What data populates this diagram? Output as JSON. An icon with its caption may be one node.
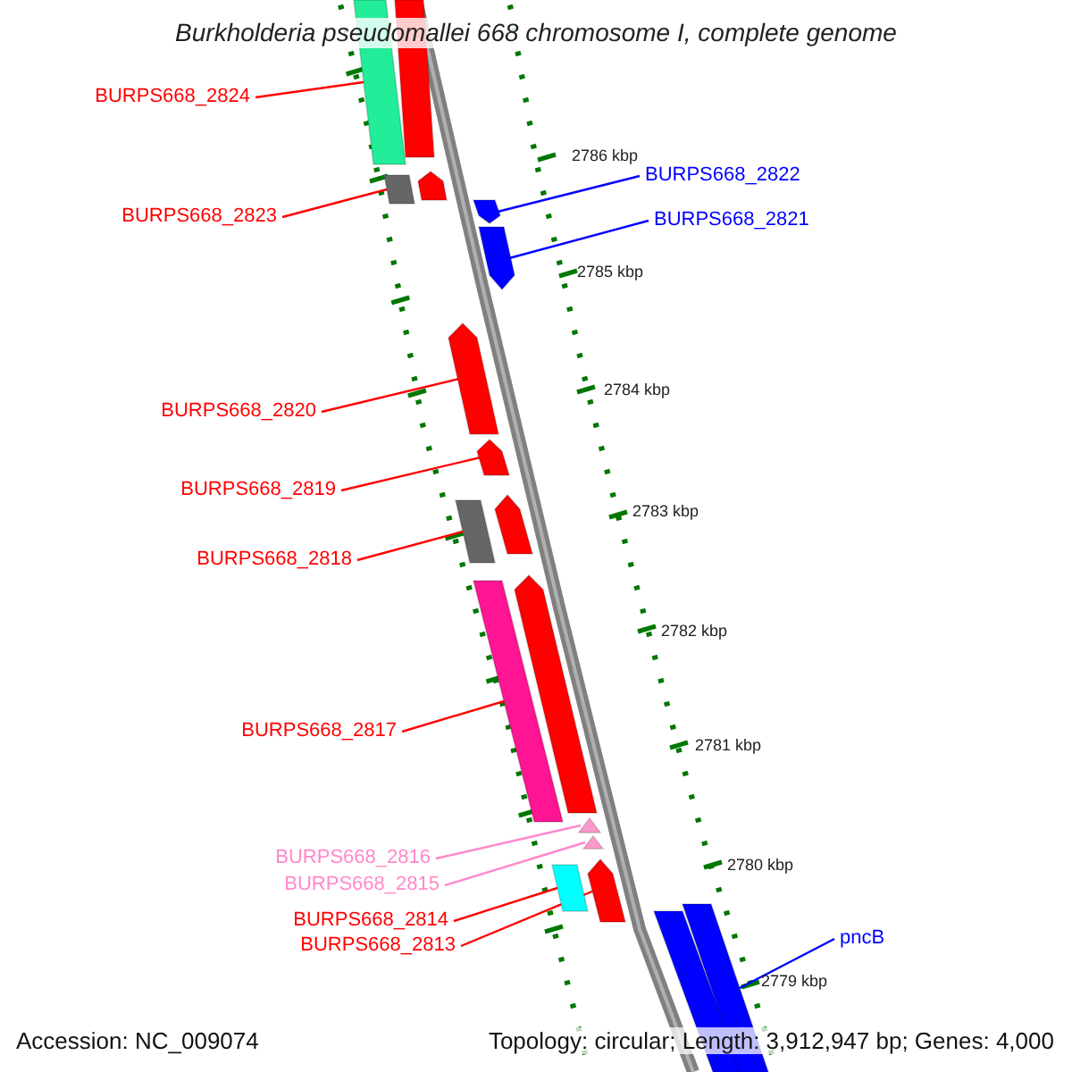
{
  "diagram": {
    "title": "Burkholderia pseudomallei 668 chromosome I, complete genome",
    "nodes": [
      {
        "text": [
          "BURPS668_2824"
        ]
      },
      {
        "text": [
          "BURPS668_2823"
        ]
      },
      {
        "text": [
          "BURPS668_2822"
        ]
      },
      {
        "text": [
          "BURPS668_2821"
        ]
      },
      {
        "text": [
          "BURPS668_2820"
        ]
      },
      {
        "text": [
          "BURPS668_2819"
        ]
      },
      {
        "text": [
          "BURPS668_2818"
        ]
      },
      {
        "text": [
          "BURPS668_2817"
        ]
      },
      {
        "text": [
          "BURPS668_2816"
        ]
      },
      {
        "text": [
          "BURPS668_2815"
        ]
      },
      {
        "text": [
          "BURPS668_2814"
        ]
      },
      {
        "text": [
          "BURPS668_2813"
        ]
      },
      {
        "text": [
          "pncB"
        ]
      },
      {
        "text": [],
        "shape": "bar"
      },
      {
        "text": [],
        "shape": "bar"
      },
      {
        "text": [],
        "shape": "bar"
      },
      {
        "text": [],
        "shape": "bar"
      },
      {
        "text": [],
        "shape": "bar"
      },
      {
        "text": [],
        "shape": "bar"
      },
      {
        "text": [],
        "shape": "bar"
      },
      {
        "text": [],
        "shape": "bar"
      },
      {
        "text": [],
        "shape": "bar"
      },
      {
        "text": [],
        "shape": "bar"
      },
      {
        "text": [],
        "shape": "bar"
      },
      {
        "text": [],
        "shape": "bar"
      },
      {
        "text": [],
        "shape": "bar"
      },
      {
        "text": [],
        "shape": "bar"
      },
      {
        "text": [],
        "shape": "bar"
      },
      {
        "text": [],
        "shape": "bar"
      },
      {
        "text": [],
        "shape": "bar"
      },
      {
        "text": [],
        "shape": "bar"
      }
    ],
    "edges": [
      {
        "from": 0,
        "to": 13,
        "arrow": "none"
      },
      {
        "from": 1,
        "to": 15,
        "arrow": "none"
      },
      {
        "from": 2,
        "to": 17,
        "arrow": "none",
        "color": "#0000ff"
      },
      {
        "from": 3,
        "to": 18,
        "arrow": "none",
        "color": "#0000ff"
      },
      {
        "from": 4,
        "to": 19,
        "arrow": "none"
      },
      {
        "from": 5,
        "to": 20,
        "arrow": "none"
      },
      {
        "from": 6,
        "to": 21,
        "arrow": "none"
      },
      {
        "from": 7,
        "to": 24,
        "arrow": "none"
      },
      {
        "from": 8,
        "to": 25,
        "arrow": "none",
        "color": "#ff88cc"
      },
      {
        "from": 9,
        "to": 26,
        "arrow": "none",
        "color": "#ff88cc"
      },
      {
        "from": 10,
        "to": 28,
        "arrow": "none"
      },
      {
        "from": 11,
        "to": 27,
        "arrow": "none"
      },
      {
        "from": 12,
        "to": 30,
        "arrow": "none",
        "color": "#0000ff"
      }
    ],
    "labels": [
      "2786 kbp",
      "2785 kbp",
      "2784 kbp",
      "2783 kbp",
      "2782 kbp",
      "2781 kbp",
      "2780 kbp",
      "2779 kbp",
      "Accession: NC_009074",
      "Topology: circular; Length: 3,912,947 bp; Genes: 4,000"
    ]
  }
}
